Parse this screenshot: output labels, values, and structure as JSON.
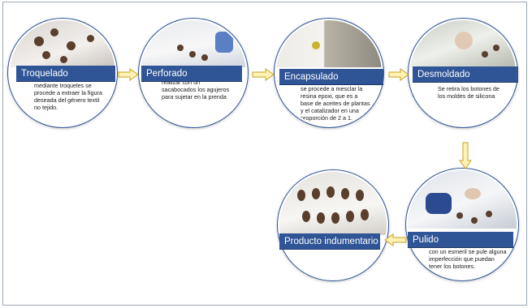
{
  "steps": [
    {
      "label": "Troquelado",
      "description": "mediante troqueles se procede a extraer la figura deseada del género textil no tejido."
    },
    {
      "label": "Perforado",
      "description": "realizar con un sacabocados los agujeros para sujetar en la prenda"
    },
    {
      "label": "Encapsulado",
      "description": "se procede a mesclar la resina epoxi, que es a base de aceites de plantas y el catalizador en una proporción de 2 a 1."
    },
    {
      "label": "Desmoldado",
      "description": "Se retira los botones de los moldes de silicona"
    },
    {
      "label": "Pulido",
      "description": "con un esmeril se pule alguna imperfección que puedan tener los botones."
    },
    {
      "label": "Producto indumentario",
      "description": ""
    }
  ],
  "colors": {
    "label_bg": "#2f5597",
    "arrow_fill": "#fff2b3",
    "arrow_stroke": "#c9a227"
  },
  "icons": [
    "right-arrow-icon",
    "down-arrow-icon",
    "left-arrow-icon"
  ]
}
